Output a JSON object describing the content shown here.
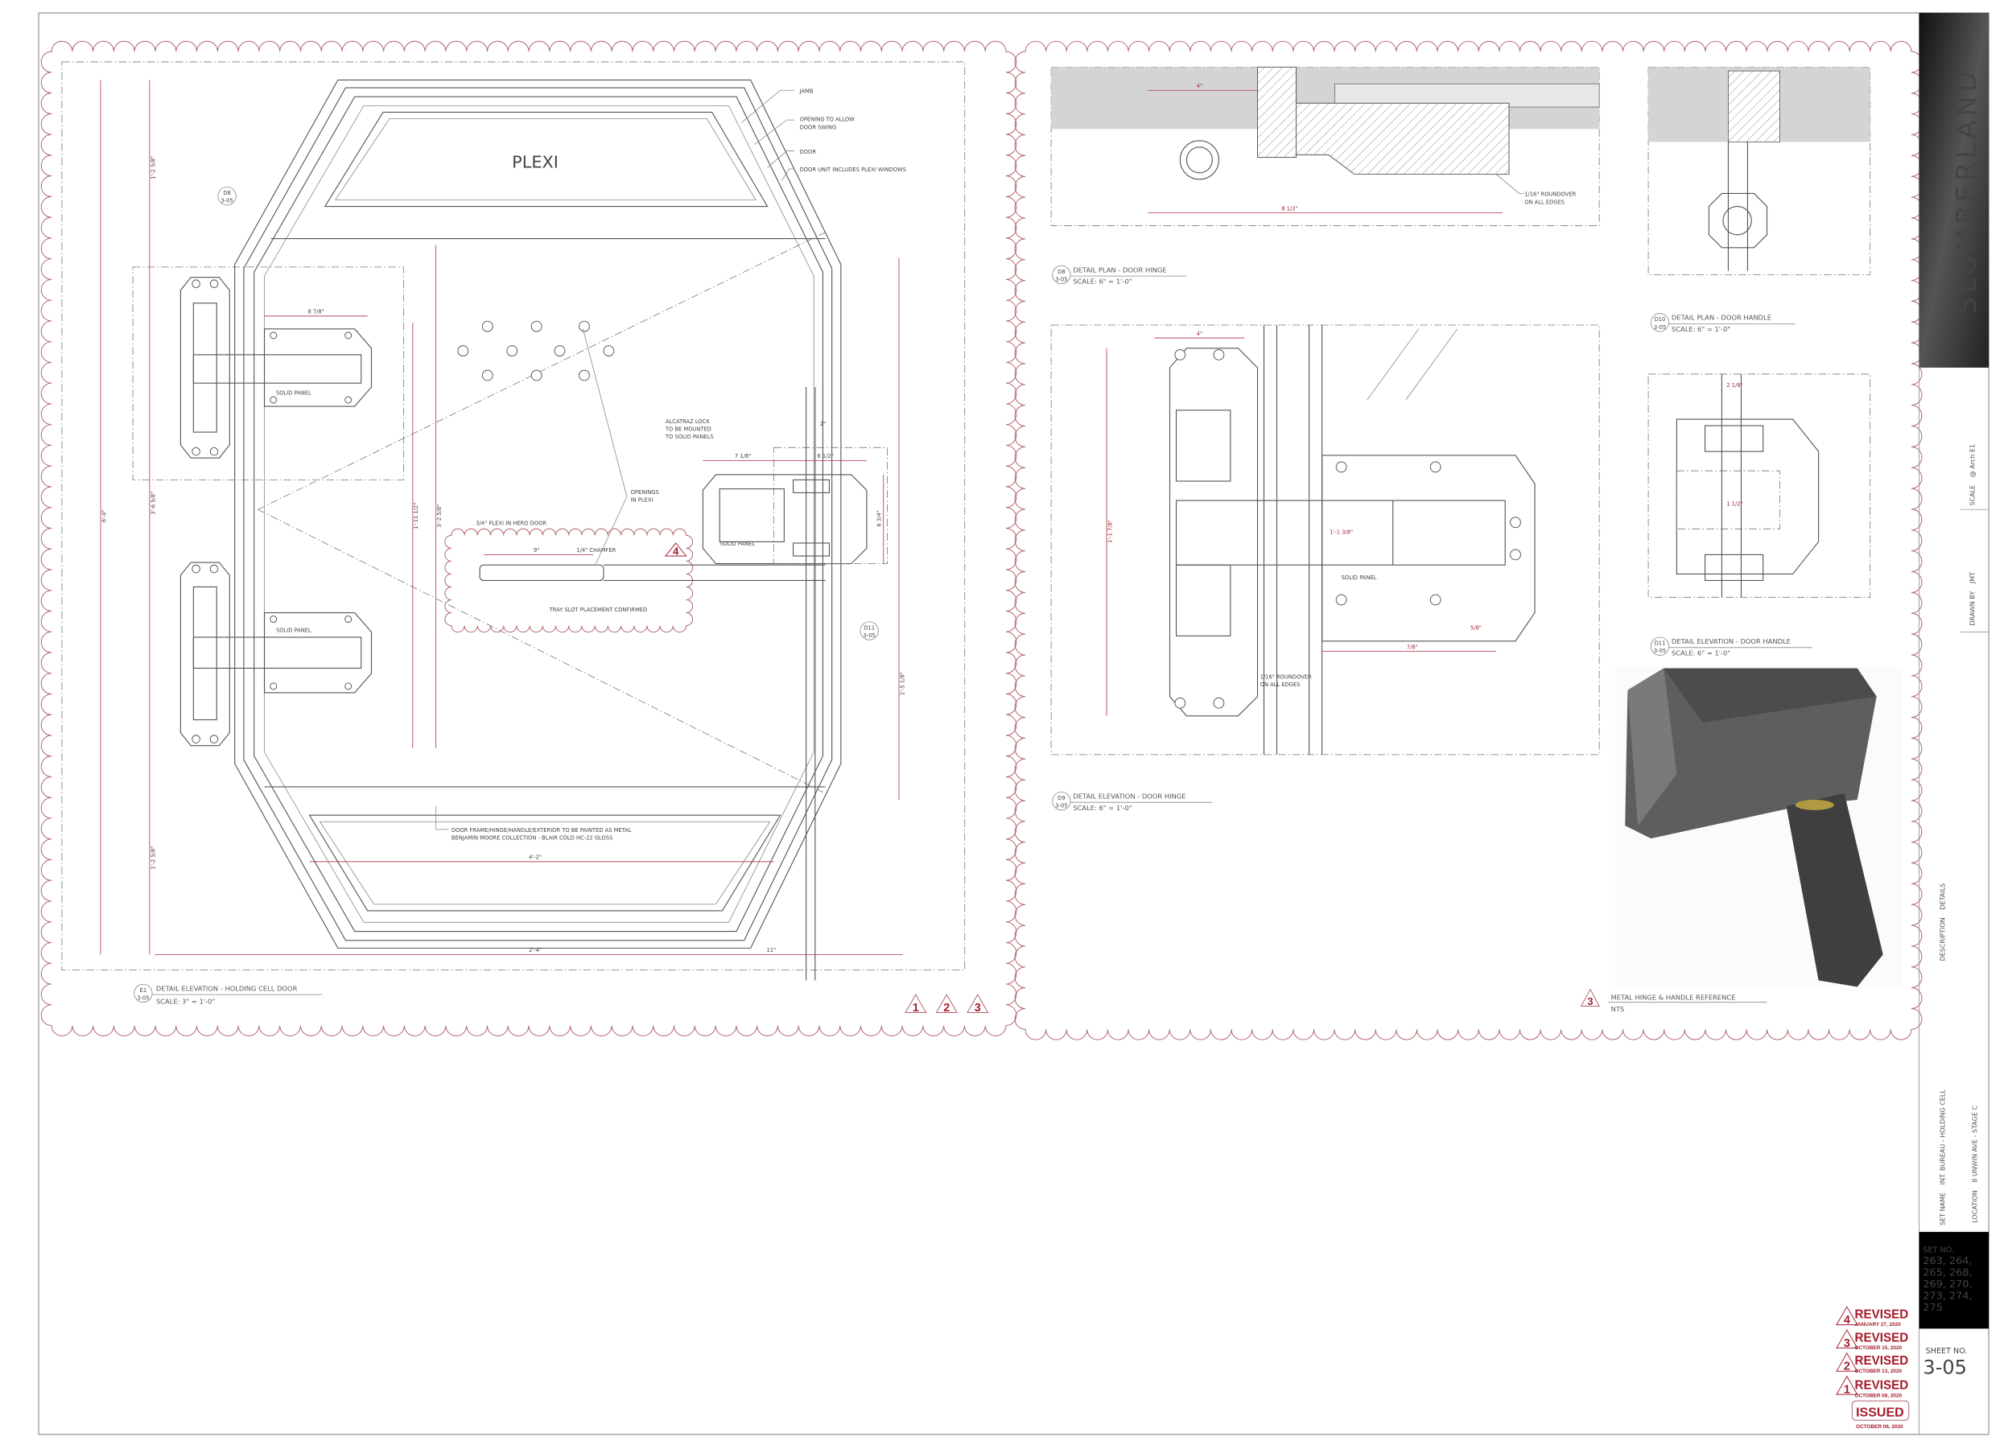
{
  "title_block": {
    "logo": "SLUMBERLAND",
    "scale_label": "SCALE",
    "scale_value": "@ Arch E1",
    "drawn_by_label": "DRAWN BY",
    "drawn_by_value": "JMT",
    "description_label": "DESCRIPTION",
    "description_value": "DETAILS",
    "set_name_label": "SET NAME",
    "set_name_value": "INT. BUREAU - HOLDING CELL",
    "location_label": "LOCATION",
    "location_value": "8 UNWIN AVE - STAGE C",
    "set_no_label": "SET NO.",
    "set_no_lines": [
      "263, 264,",
      "265, 268,",
      "269, 270,",
      "273, 274,",
      "275"
    ],
    "sheet_no_label": "SHEET NO.",
    "sheet_no_value": "3-05"
  },
  "stamps": {
    "accent_color": "#a51c2a",
    "revisions": [
      {
        "number": "4",
        "label": "REVISED",
        "date": "JANUARY 27, 2020"
      },
      {
        "number": "3",
        "label": "REVISED",
        "date": "OCTOBER 15, 2020"
      },
      {
        "number": "2",
        "label": "REVISED",
        "date": "OCTOBER 13, 2020"
      },
      {
        "number": "1",
        "label": "REVISED",
        "date": "OCTOBER 08, 2020"
      }
    ],
    "issued": {
      "label": "ISSUED",
      "date": "OCTOBER 06, 2020"
    }
  },
  "details": {
    "e1": {
      "ref": "E1",
      "sheet": "3-05",
      "title": "DETAIL ELEVATION - HOLDING CELL DOOR",
      "scale": "SCALE: 3\" = 1'-0\"",
      "revision_marks": [
        "1",
        "2",
        "3"
      ]
    },
    "d8": {
      "ref": "D8",
      "sheet": "3-05",
      "title": "DETAIL PLAN - DOOR HINGE",
      "scale": "SCALE: 6\" = 1'-0\""
    },
    "d9": {
      "ref": "D9",
      "sheet": "3-05",
      "title": "DETAIL ELEVATION - DOOR HINGE",
      "scale": "SCALE: 6\" = 1'-0\""
    },
    "d10": {
      "ref": "D10",
      "sheet": "3-05",
      "title": "DETAIL PLAN - DOOR HANDLE",
      "scale": "SCALE: 6\" = 1'-0\""
    },
    "d11": {
      "ref": "D11",
      "sheet": "3-05",
      "title": "DETAIL ELEVATION - DOOR HANDLE",
      "scale": "SCALE: 6\" = 1'-0\""
    },
    "photo": {
      "rev": "3",
      "title": "METAL HINGE & HANDLE REFERENCE",
      "scale": "NTS"
    }
  },
  "door_notes": {
    "plexi": "PLEXI",
    "jamb": "JAMB",
    "opening_1": "OPENING TO ALLOW",
    "opening_2": "DOOR SWING",
    "door": "DOOR",
    "door_unit": "DOOR UNIT INCLUDES PLEXI WINDOWS",
    "solid_panel": "SOLID PANEL",
    "lock_1": "ALCATRAZ LOCK",
    "lock_2": "TO BE MOUNTED",
    "lock_3": "TO SOLID PANELS",
    "openings_1": "OPENINGS",
    "openings_2": "IN PLEXI",
    "hero_plexi": "3/4\" PLEXI IN HERO DOOR",
    "chamfer": "1/4\" CHAMFER",
    "tray_slot": "TRAY SLOT PLACEMENT CONFIRMED",
    "cloud_rev": "4",
    "paint_1": "DOOR FRAME/HINGE/HANDLE/EXTERIOR TO BE PAINTED AS METAL",
    "paint_2": "BENJAMIN MOORE COLLECTION - BLAIR COLD HC-22 GLOSS",
    "roundover_1": "1/16\" ROUNDOVER",
    "roundover_2": "ON ALL EDGES"
  },
  "dimensions": {
    "left_top": "1'-2 5/8\"",
    "left_mid": "3'-6 5/8\"",
    "left_bot": "1'-2 5/8\"",
    "overall_h": "6'-0\"",
    "inner_h": "1'-11 1/2\"",
    "panel_h": "3'-2 5/8\"",
    "width_42": "4'-2\"",
    "width_24": "2'-4\"",
    "width_11": "11\"",
    "right_15": "1'-5 1/8\"",
    "hinge_w": "8 7/8\"",
    "slot_9": "9\"",
    "lock_7": "7 1/8\"",
    "lock_6": "6 1/2\"",
    "lock_h": "6 3/4\"",
    "lock_2": "2\"",
    "d8_4": "4\"",
    "d8_8": "8 1/2\"",
    "d9_4": "4\"",
    "d9_1": "1'-1 3/8\"",
    "d9_h": "1'-1 7/8\"",
    "d9_58": "5/8\"",
    "d9_78": "7/8\"",
    "d11_2": "2 1/8\"",
    "d11_4": "1 1/2\""
  }
}
